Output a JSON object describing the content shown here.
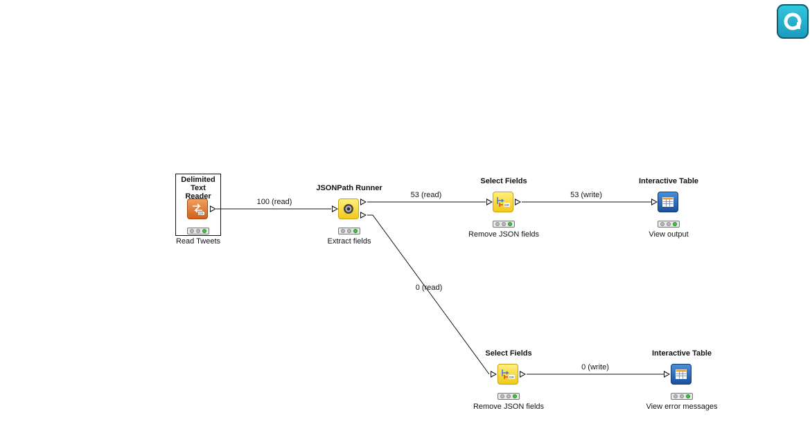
{
  "workflow": {
    "nodes": [
      {
        "title": "Delimited Text Reader",
        "caption": "Read Tweets",
        "kind": "reader",
        "icon": "text-reader-icon"
      },
      {
        "title": "JSONPath Runner",
        "caption": "Extract fields",
        "kind": "jsonpath",
        "icon": "jsonpath-runner-icon"
      },
      {
        "title": "Select Fields",
        "caption": "Remove JSON fields",
        "kind": "select",
        "icon": "select-fields-icon"
      },
      {
        "title": "Interactive Table",
        "caption": "View output",
        "kind": "table",
        "icon": "interactive-table-icon"
      },
      {
        "title": "Select Fields",
        "caption": "Remove JSON fields",
        "kind": "select",
        "icon": "select-fields-icon"
      },
      {
        "title": "Interactive Table",
        "caption": "View error messages",
        "kind": "table",
        "icon": "interactive-table-icon"
      }
    ],
    "edges": [
      {
        "label": "100 (read)"
      },
      {
        "label": "53 (read)"
      },
      {
        "label": "53 (write)"
      },
      {
        "label": "0 (read)"
      },
      {
        "label": "0 (write)"
      }
    ]
  },
  "colors": {
    "reader": "#d0601c",
    "transform": "#f2c81a",
    "viewer": "#1b4f9c",
    "status_ok": "#3fc43f",
    "logo": "#1a9cc0"
  },
  "logo": {
    "icon": "app-logo-icon"
  }
}
